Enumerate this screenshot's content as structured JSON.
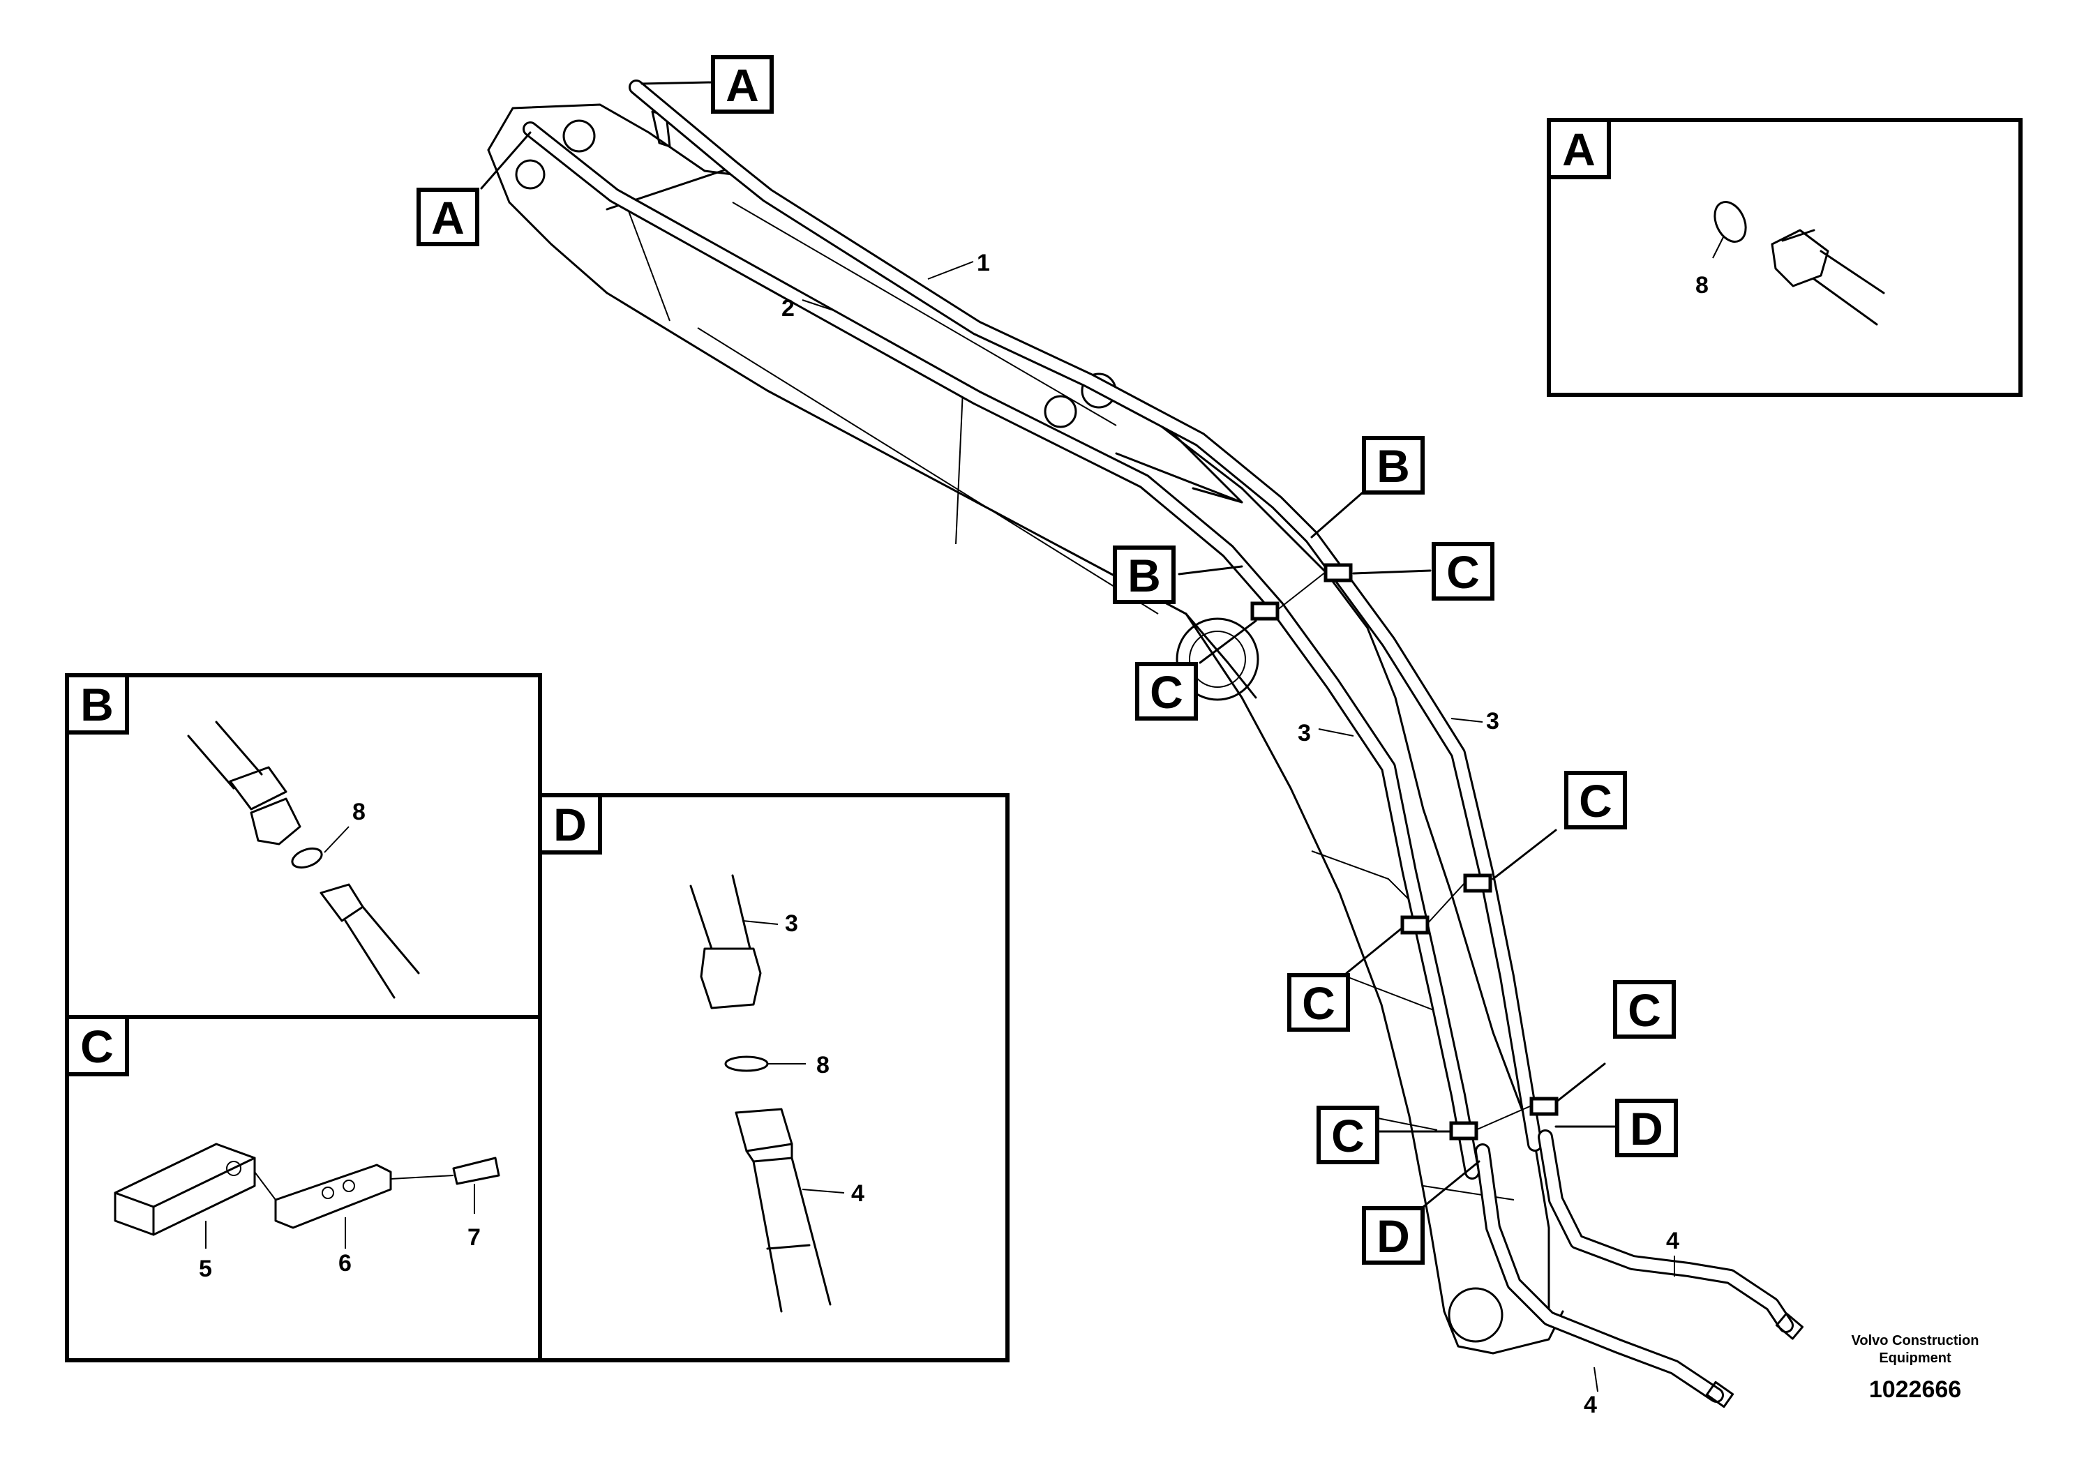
{
  "callouts": {
    "a": "A",
    "b": "B",
    "c": "C",
    "d": "D"
  },
  "numbers": {
    "n1": "1",
    "n2": "2",
    "n3": "3",
    "n4": "4",
    "n5": "5",
    "n6": "6",
    "n7": "7",
    "n8": "8"
  },
  "footer": {
    "company_line1": "Volvo Construction",
    "company_line2": "Equipment",
    "doc_number": "1022666"
  }
}
